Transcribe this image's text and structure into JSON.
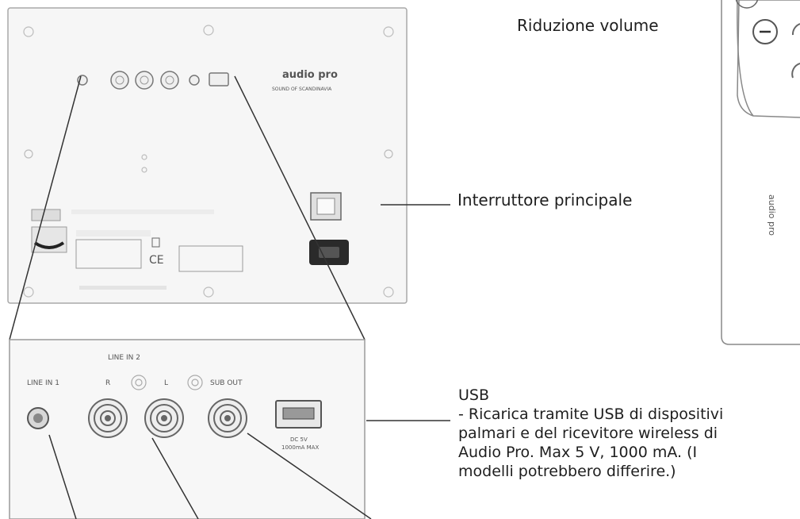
{
  "callouts": {
    "volume_down": "Riduzione volume",
    "main_switch": "Interruttore principale",
    "usb_title": "USB",
    "usb_desc": [
      "- Ricarica tramite USB di dispositivi",
      "palmari e del ricevitore wireless di",
      "Audio Pro. Max 5 V, 1000 mA. (I",
      "modelli potrebbero differire.)"
    ]
  },
  "panel_labels": {
    "line_in_1": "LINE IN 1",
    "line_in_2": "LINE IN 2",
    "r": "R",
    "l": "L",
    "sub_out": "SUB OUT",
    "usb_rating": "DC 5V",
    "usb_rating_2": "1000mA MAX"
  },
  "brand": {
    "logo": "audio pro",
    "tagline": "SOUND OF SCANDINAVIA"
  },
  "remote_brand": "audio pro",
  "colors": {
    "line": "#333333",
    "panel_fill": "#f7f7f7",
    "panel_stroke": "#9a9a9a"
  }
}
